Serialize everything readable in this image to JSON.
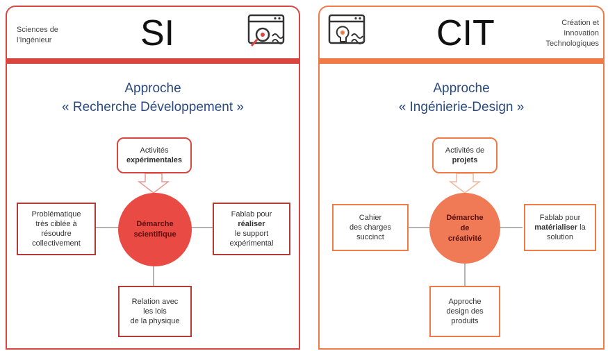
{
  "panels": {
    "si": {
      "title": "SI",
      "side_line1": "Sciences de",
      "side_line2": "l'Ingénieur",
      "approach_line1": "Approche",
      "approach_line2": "« Recherche Développement »",
      "top_line1": "Activités",
      "top_line2": "expérimentales",
      "center_line1": "Démarche",
      "center_line2": "scientifique",
      "left_line1": "Problématique",
      "left_line2": "très ciblée à",
      "left_line3": "résoudre",
      "left_line4": "collectivement",
      "right_line1": "Fablab pour",
      "right_line2": "réaliser",
      "right_line3": "le support",
      "right_line4": "expérimental",
      "bottom_line1": "Relation avec",
      "bottom_line2": "les lois",
      "bottom_line3": "de la physique",
      "icon": "laptop-magnifier-icon",
      "color": "#d9463f"
    },
    "cit": {
      "title": "CIT",
      "side_line1": "Création et",
      "side_line2": "Innovation",
      "side_line3": "Technologiques",
      "approach_line1": "Approche",
      "approach_line2": "« Ingénierie-Design »",
      "top_line1": "Activités de",
      "top_line2": "projets",
      "center_line1": "Démarche",
      "center_line2": "de",
      "center_line3": "créativité",
      "left_line1": "Cahier",
      "left_line2": "des charges",
      "left_line3": "succinct",
      "right_line1": "Fablab pour",
      "right_line2": "matérialiser",
      "right_line3": "la",
      "right_line4": "solution",
      "bottom_line1": "Approche",
      "bottom_line2": "design des",
      "bottom_line3": "produits",
      "icon": "laptop-lightbulb-icon",
      "color": "#ef7a45"
    }
  }
}
